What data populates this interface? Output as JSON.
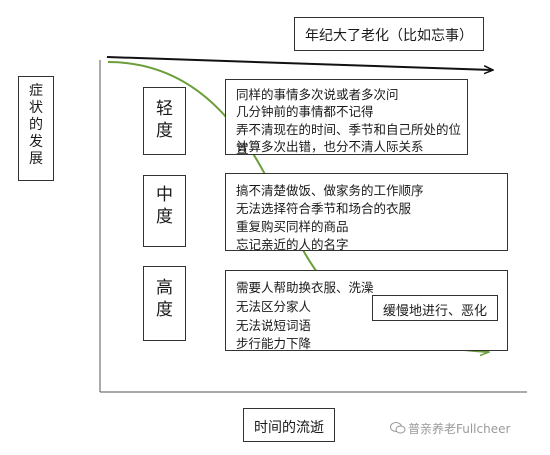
{
  "aging_label": "年纪大了老化（比如忘事）",
  "symptom_axis_label": "症状的发展",
  "time_axis_label": "时间的流逝",
  "levels": [
    {
      "name": "轻度",
      "descriptions": [
        "同样的事情多次说或者多次问",
        "几分钟前的事情都不记得",
        "弄不清现在的时间、季节和自己所处的位置",
        "计算多次出错，也分不清人际关系"
      ]
    },
    {
      "name": "中度",
      "descriptions": [
        "搞不清楚做饭、做家务的工作顺序",
        "无法选择符合季节和场合的衣服",
        "重复购买同样的商品",
        "忘记亲近的人的名字"
      ]
    },
    {
      "name": "高度",
      "descriptions": [
        "需要人帮助换衣服、洗澡",
        "无法区分家人",
        "无法说短词语",
        "步行能力下降"
      ]
    }
  ],
  "callout_label": "缓慢地进行、恶化",
  "watermark": "普亲养老Fullcheer",
  "colors": {
    "curve": "#6a9e3a",
    "line": "#111111",
    "border": "#333333"
  }
}
